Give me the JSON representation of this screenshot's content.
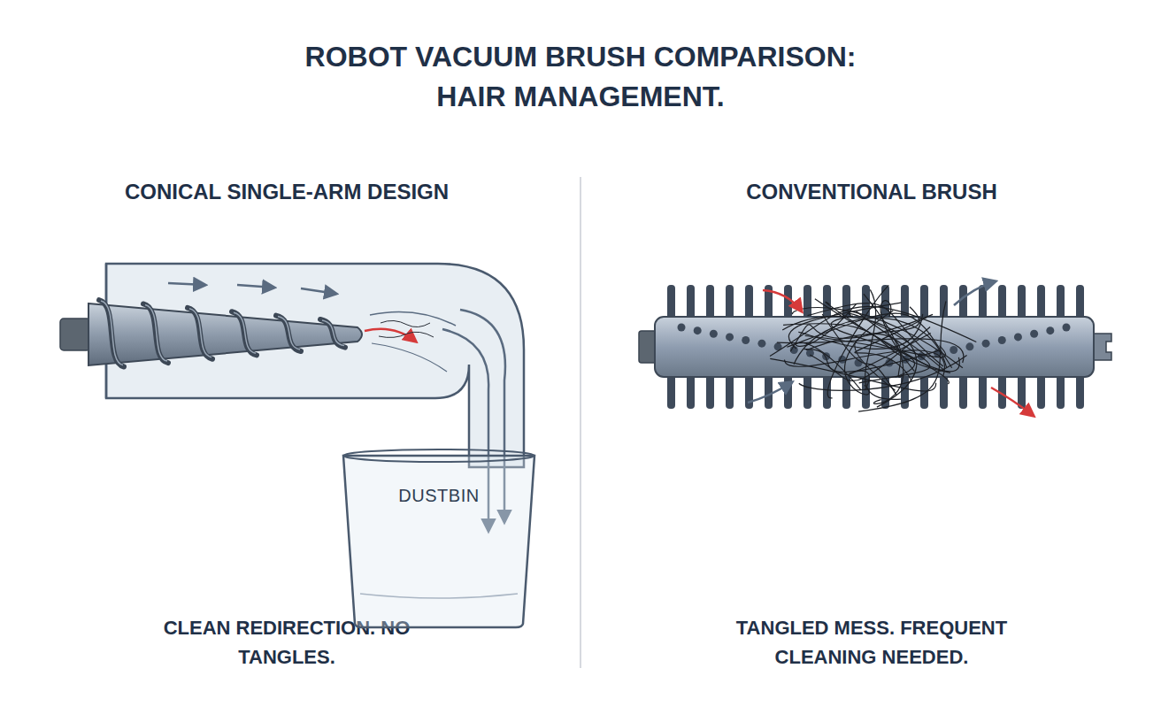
{
  "diagram": {
    "title": "ROBOT VACUUM BRUSH COMPARISON: HAIR MANAGEMENT.",
    "nodes": [
      {
        "text": [
          "DUSTBIN"
        ]
      }
    ],
    "labels": [
      "CONICAL SINGLE-ARM DESIGN",
      "CONVENTIONAL BRUSH",
      "CLEAN REDIRECTION. NO TANGLES.",
      "TANGLED MESS. FREQUENT CLEANING NEEDED."
    ]
  }
}
